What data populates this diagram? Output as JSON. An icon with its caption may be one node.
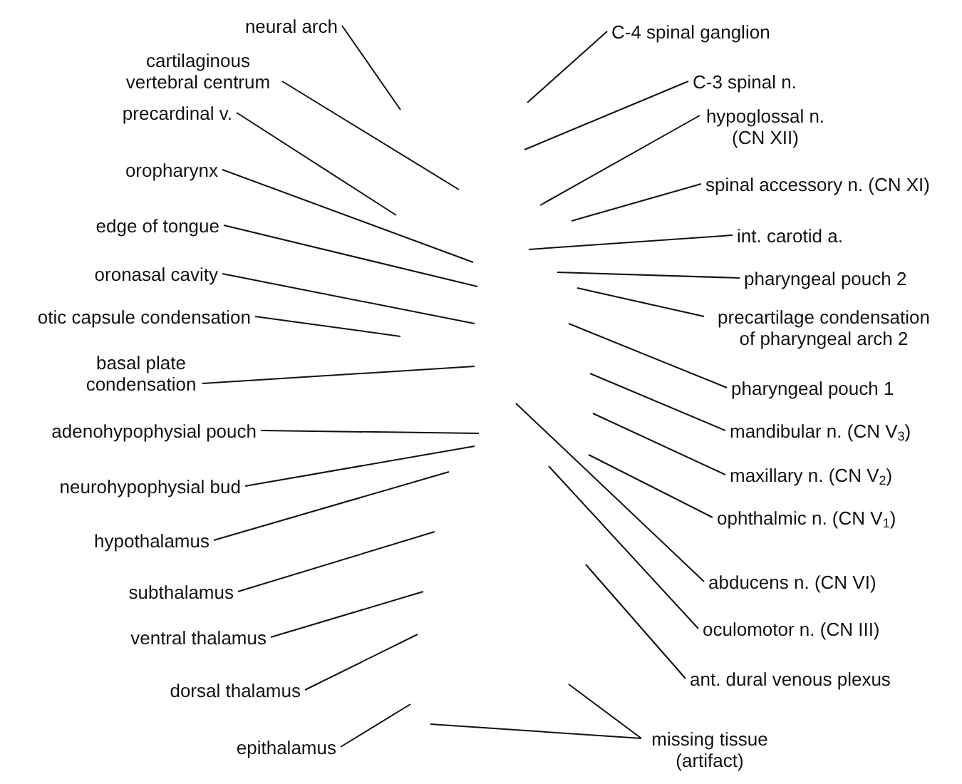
{
  "diagram": {
    "nodes": [
      {
        "text": [
          "neural arch"
        ]
      },
      {
        "text": [
          "cartilaginous vertebral centrum"
        ]
      },
      {
        "text": [
          "precardinal v."
        ]
      },
      {
        "text": [
          "oropharynx"
        ]
      },
      {
        "text": [
          "edge of tongue"
        ]
      },
      {
        "text": [
          "oronasal cavity"
        ]
      },
      {
        "text": [
          "otic capsule condensation"
        ]
      },
      {
        "text": [
          "basal plate condensation"
        ]
      },
      {
        "text": [
          "adenohypophysial pouch"
        ]
      },
      {
        "text": [
          "neurohypophysial bud"
        ]
      },
      {
        "text": [
          "hypothalamus"
        ]
      },
      {
        "text": [
          "subthalamus"
        ]
      },
      {
        "text": [
          "ventral thalamus"
        ]
      },
      {
        "text": [
          "dorsal thalamus"
        ]
      },
      {
        "text": [
          "epithalamus"
        ]
      },
      {
        "text": [
          "C-4 spinal ganglion"
        ]
      },
      {
        "text": [
          "C-3 spinal n."
        ]
      },
      {
        "text": [
          "hypoglossal n. (CN XII)"
        ]
      },
      {
        "text": [
          "spinal accessory n. (CN XI)"
        ]
      },
      {
        "text": [
          "int. carotid a."
        ]
      },
      {
        "text": [
          "pharyngeal pouch 2"
        ]
      },
      {
        "text": [
          "precartilage condensation of pharyngeal arch 2"
        ]
      },
      {
        "text": [
          "pharyngeal pouch 1"
        ]
      },
      {
        "text": [
          "mandibular n. (CN V$_{3}$)"
        ]
      },
      {
        "text": [
          "maxillary n. (CN V$_{2}$)"
        ]
      },
      {
        "text": [
          "ophthalmic n. (CN V$_{1}$)"
        ]
      },
      {
        "text": [
          "abducens n. (CN VI)"
        ]
      },
      {
        "text": [
          "oculomotor n. (CN III)"
        ]
      },
      {
        "text": [
          "ant. dural venous plexus"
        ]
      },
      {
        "text": [
          "missing tissue (artifact)"
        ]
      }
    ],
    "edges": [
      {
        "from": 0,
        "to": null,
        "arrow": "none"
      },
      {
        "from": 1,
        "to": null,
        "arrow": "none"
      },
      {
        "from": 2,
        "to": null,
        "arrow": "none"
      },
      {
        "from": 3,
        "to": null,
        "arrow": "none"
      },
      {
        "from": 4,
        "to": null,
        "arrow": "none"
      },
      {
        "from": 5,
        "to": null,
        "arrow": "none"
      },
      {
        "from": 6,
        "to": null,
        "arrow": "none"
      },
      {
        "from": 7,
        "to": null,
        "arrow": "none"
      },
      {
        "from": 8,
        "to": null,
        "arrow": "none"
      },
      {
        "from": 9,
        "to": null,
        "arrow": "none"
      },
      {
        "from": 10,
        "to": null,
        "arrow": "none"
      },
      {
        "from": 11,
        "to": null,
        "arrow": "none"
      },
      {
        "from": 12,
        "to": null,
        "arrow": "none"
      },
      {
        "from": 13,
        "to": null,
        "arrow": "none"
      },
      {
        "from": 14,
        "to": null,
        "arrow": "none"
      },
      {
        "from": 15,
        "to": null,
        "arrow": "none"
      },
      {
        "from": 16,
        "to": null,
        "arrow": "none"
      },
      {
        "from": 17,
        "to": null,
        "arrow": "none"
      },
      {
        "from": 18,
        "to": null,
        "arrow": "none"
      },
      {
        "from": 19,
        "to": null,
        "arrow": "none"
      },
      {
        "from": 20,
        "to": null,
        "arrow": "none"
      },
      {
        "from": 21,
        "to": null,
        "arrow": "none"
      },
      {
        "from": 22,
        "to": null,
        "arrow": "none"
      },
      {
        "from": 23,
        "to": null,
        "arrow": "none"
      },
      {
        "from": 24,
        "to": null,
        "arrow": "none"
      },
      {
        "from": 25,
        "to": null,
        "arrow": "none"
      },
      {
        "from": 26,
        "to": null,
        "arrow": "none"
      },
      {
        "from": 27,
        "to": null,
        "arrow": "none"
      },
      {
        "from": 28,
        "to": null,
        "arrow": "none"
      },
      {
        "from": 29,
        "to": null,
        "arrow": "none"
      },
      {
        "from": 29,
        "to": null,
        "arrow": "none"
      }
    ]
  }
}
